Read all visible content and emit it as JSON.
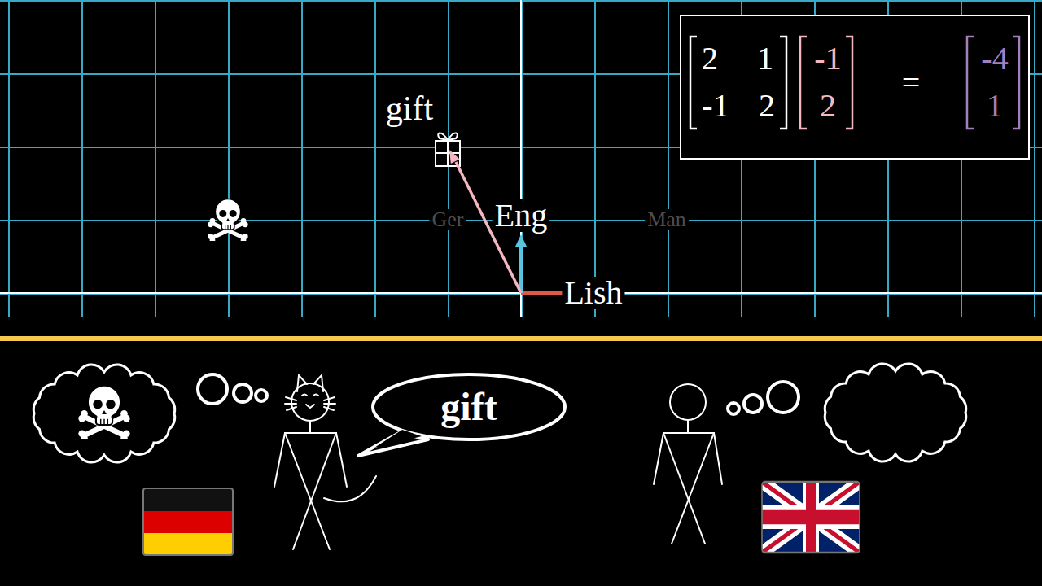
{
  "diagram": {
    "nodes": [
      {
        "text": [
          "2",
          "1",
          "-1",
          "2",
          "-1",
          "2",
          "=",
          "-4",
          "1"
        ]
      },
      {
        "text": [
          "gift"
        ]
      }
    ],
    "labels": [
      "gift",
      "Eng",
      "Lish",
      "Ger",
      "Man"
    ]
  }
}
